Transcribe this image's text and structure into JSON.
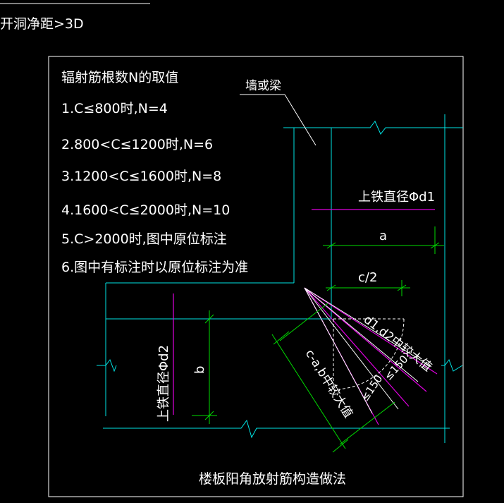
{
  "top_fragment": "开洞净距>3D",
  "notes": {
    "title": "辐射筋根数N的取值",
    "items": [
      "1.C≤800时,N=4",
      "2.800<C≤1200时,N=6",
      "3.1200<C≤1600时,N=8",
      "4.1600<C≤2000时,N=10",
      "5.C>2000时,图中原位标注",
      "6.图中有标注时以原位标注为准"
    ]
  },
  "labels": {
    "wall_beam": "墙或梁",
    "top_bar_d1": "上铁直径Φd1",
    "top_bar_d2": "上铁直径Φd2",
    "dim_a": "a",
    "dim_c_half": "c/2",
    "dim_b": "b",
    "d_max": "d1,d2中较大值",
    "c_ab_max": "c-a,b中较大值",
    "spacing_1": "≤150",
    "spacing_2": "≤150"
  },
  "caption": "楼板阳角放射筋构造做法",
  "colors": {
    "background": "#000000",
    "frame": "#ffffff",
    "outline": "#00e5e5",
    "dimension": "#00dc00",
    "rebar": "#e000e0",
    "text": "#ffffff"
  }
}
